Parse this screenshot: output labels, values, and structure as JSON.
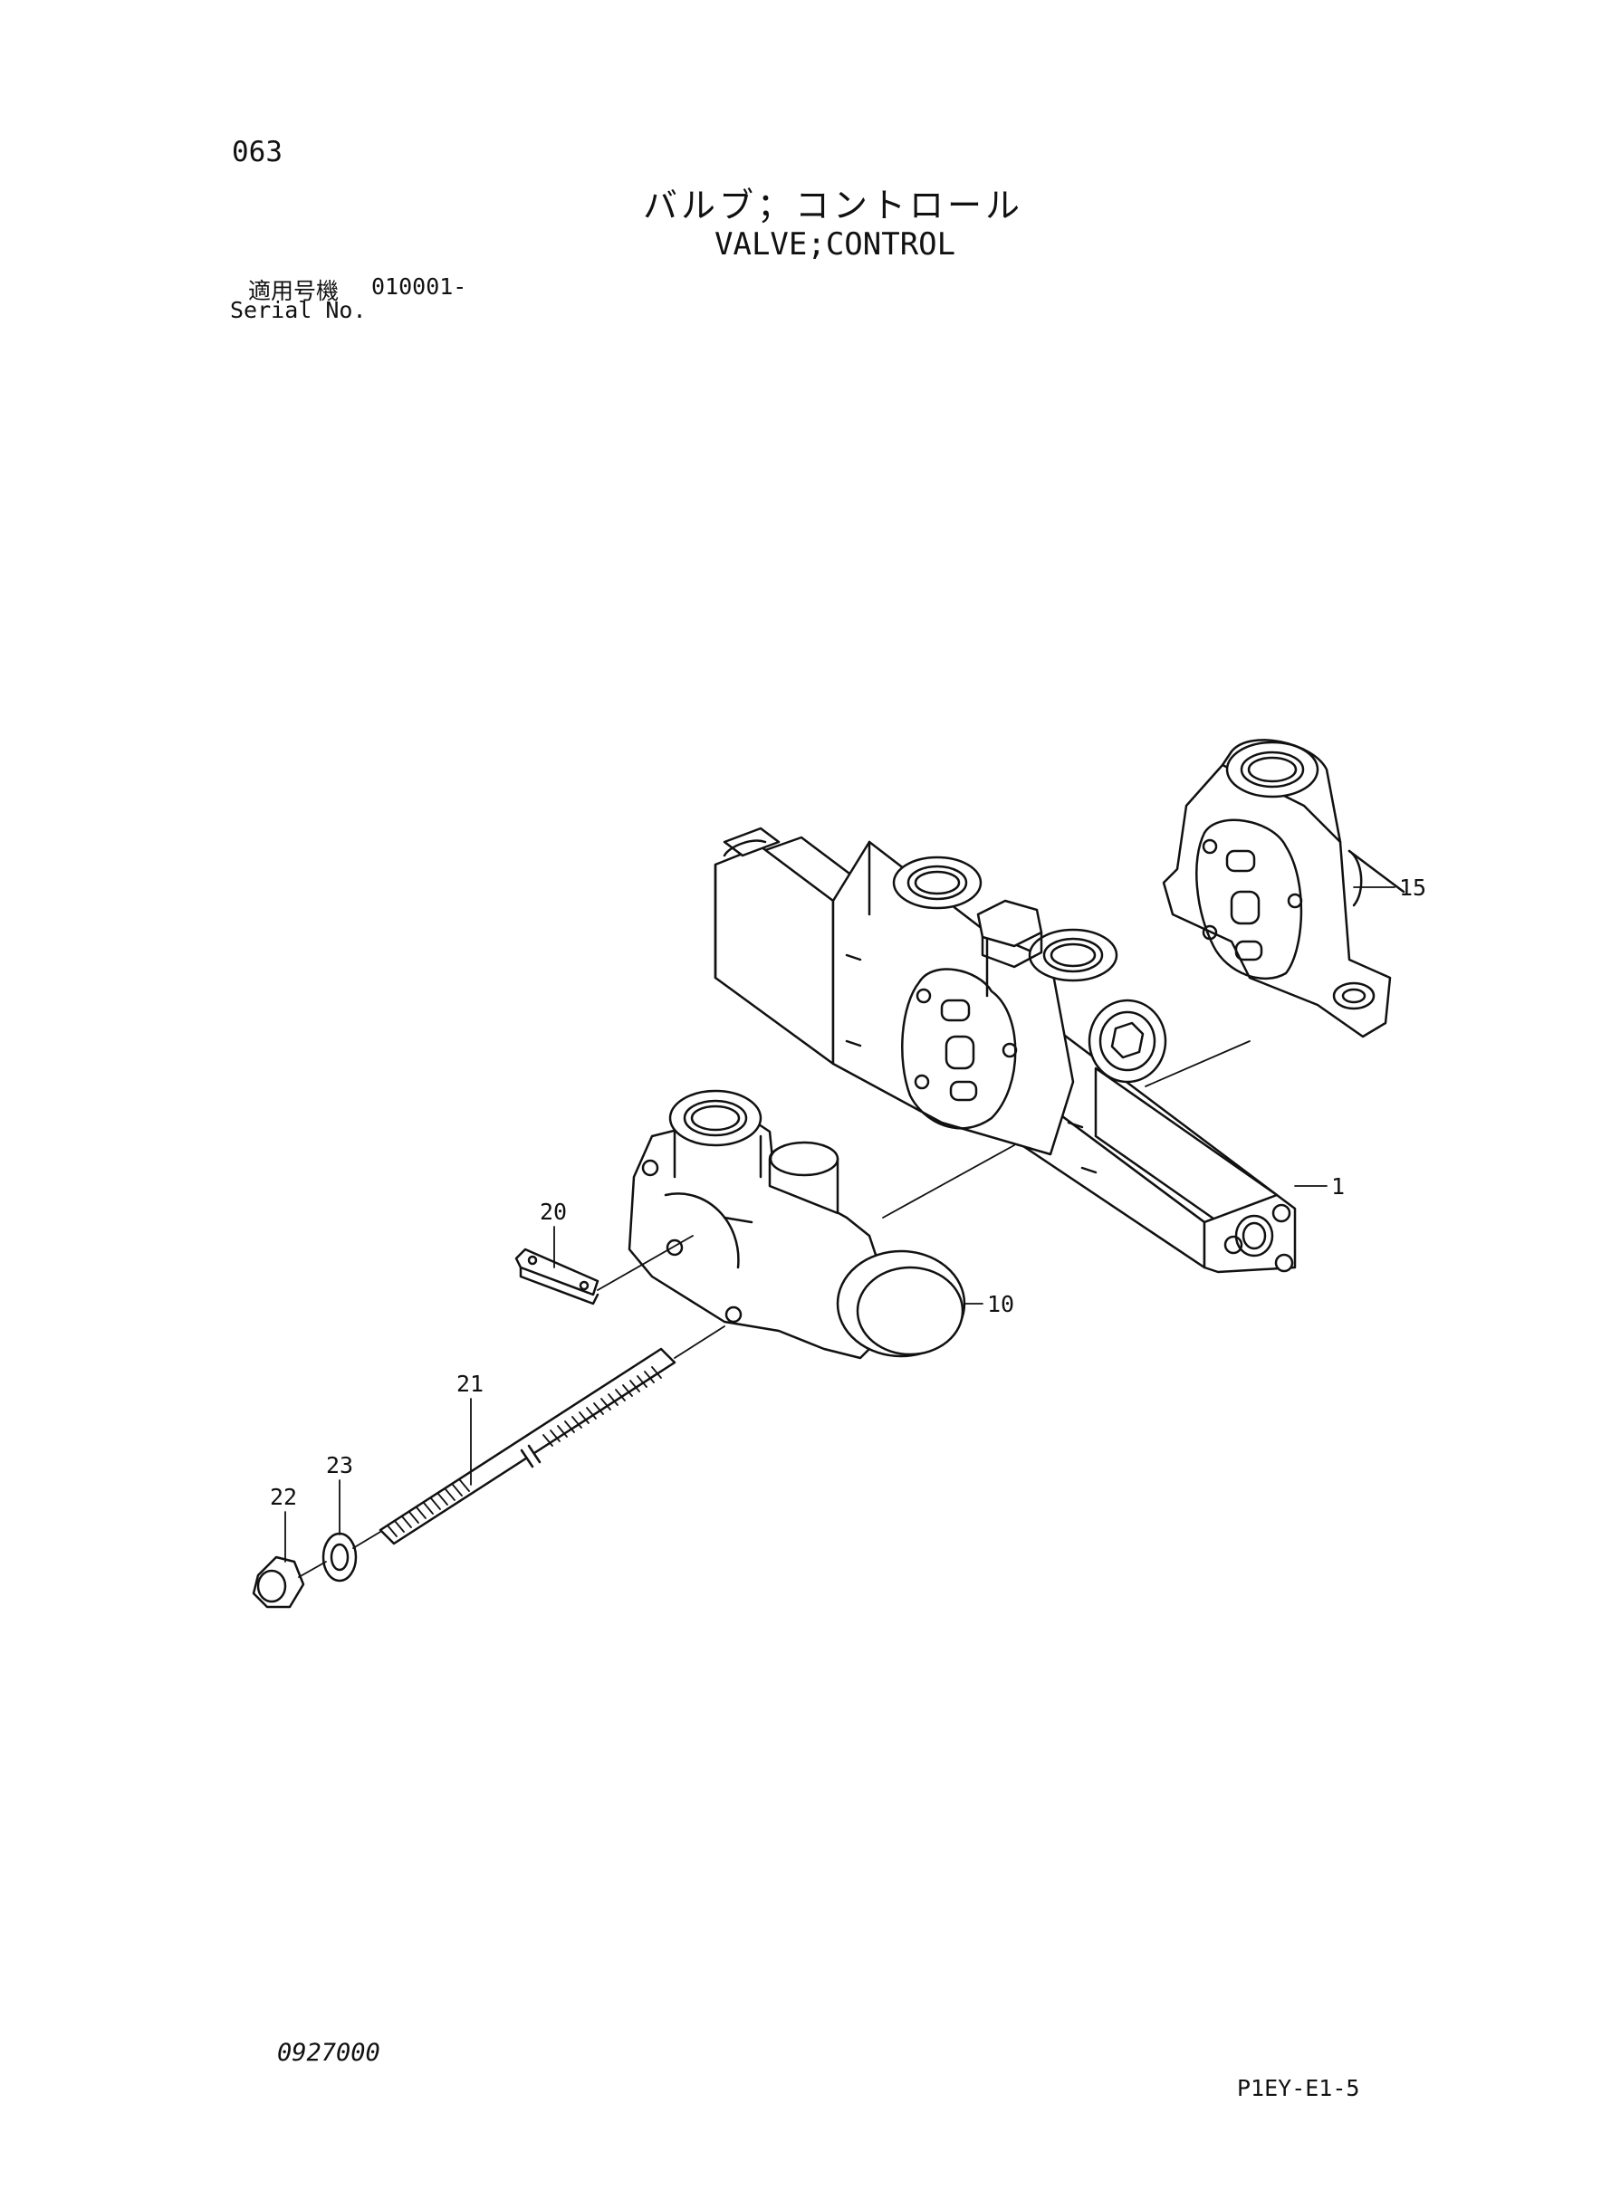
{
  "header": {
    "page_number": "063",
    "title_ja": "バルブ；コントロール",
    "title_en": "VALVE;CONTROL",
    "serial_label_ja": "適用号機",
    "serial_value": "010001-",
    "serial_label_en": "Serial No."
  },
  "callouts": [
    {
      "id": "1",
      "label": "1"
    },
    {
      "id": "10",
      "label": "10"
    },
    {
      "id": "15",
      "label": "15"
    },
    {
      "id": "20",
      "label": "20"
    },
    {
      "id": "21",
      "label": "21"
    },
    {
      "id": "22",
      "label": "22"
    },
    {
      "id": "23",
      "label": "23"
    }
  ],
  "footer": {
    "figure_code": "0927000",
    "page_ref": "P1EY-E1-5"
  }
}
